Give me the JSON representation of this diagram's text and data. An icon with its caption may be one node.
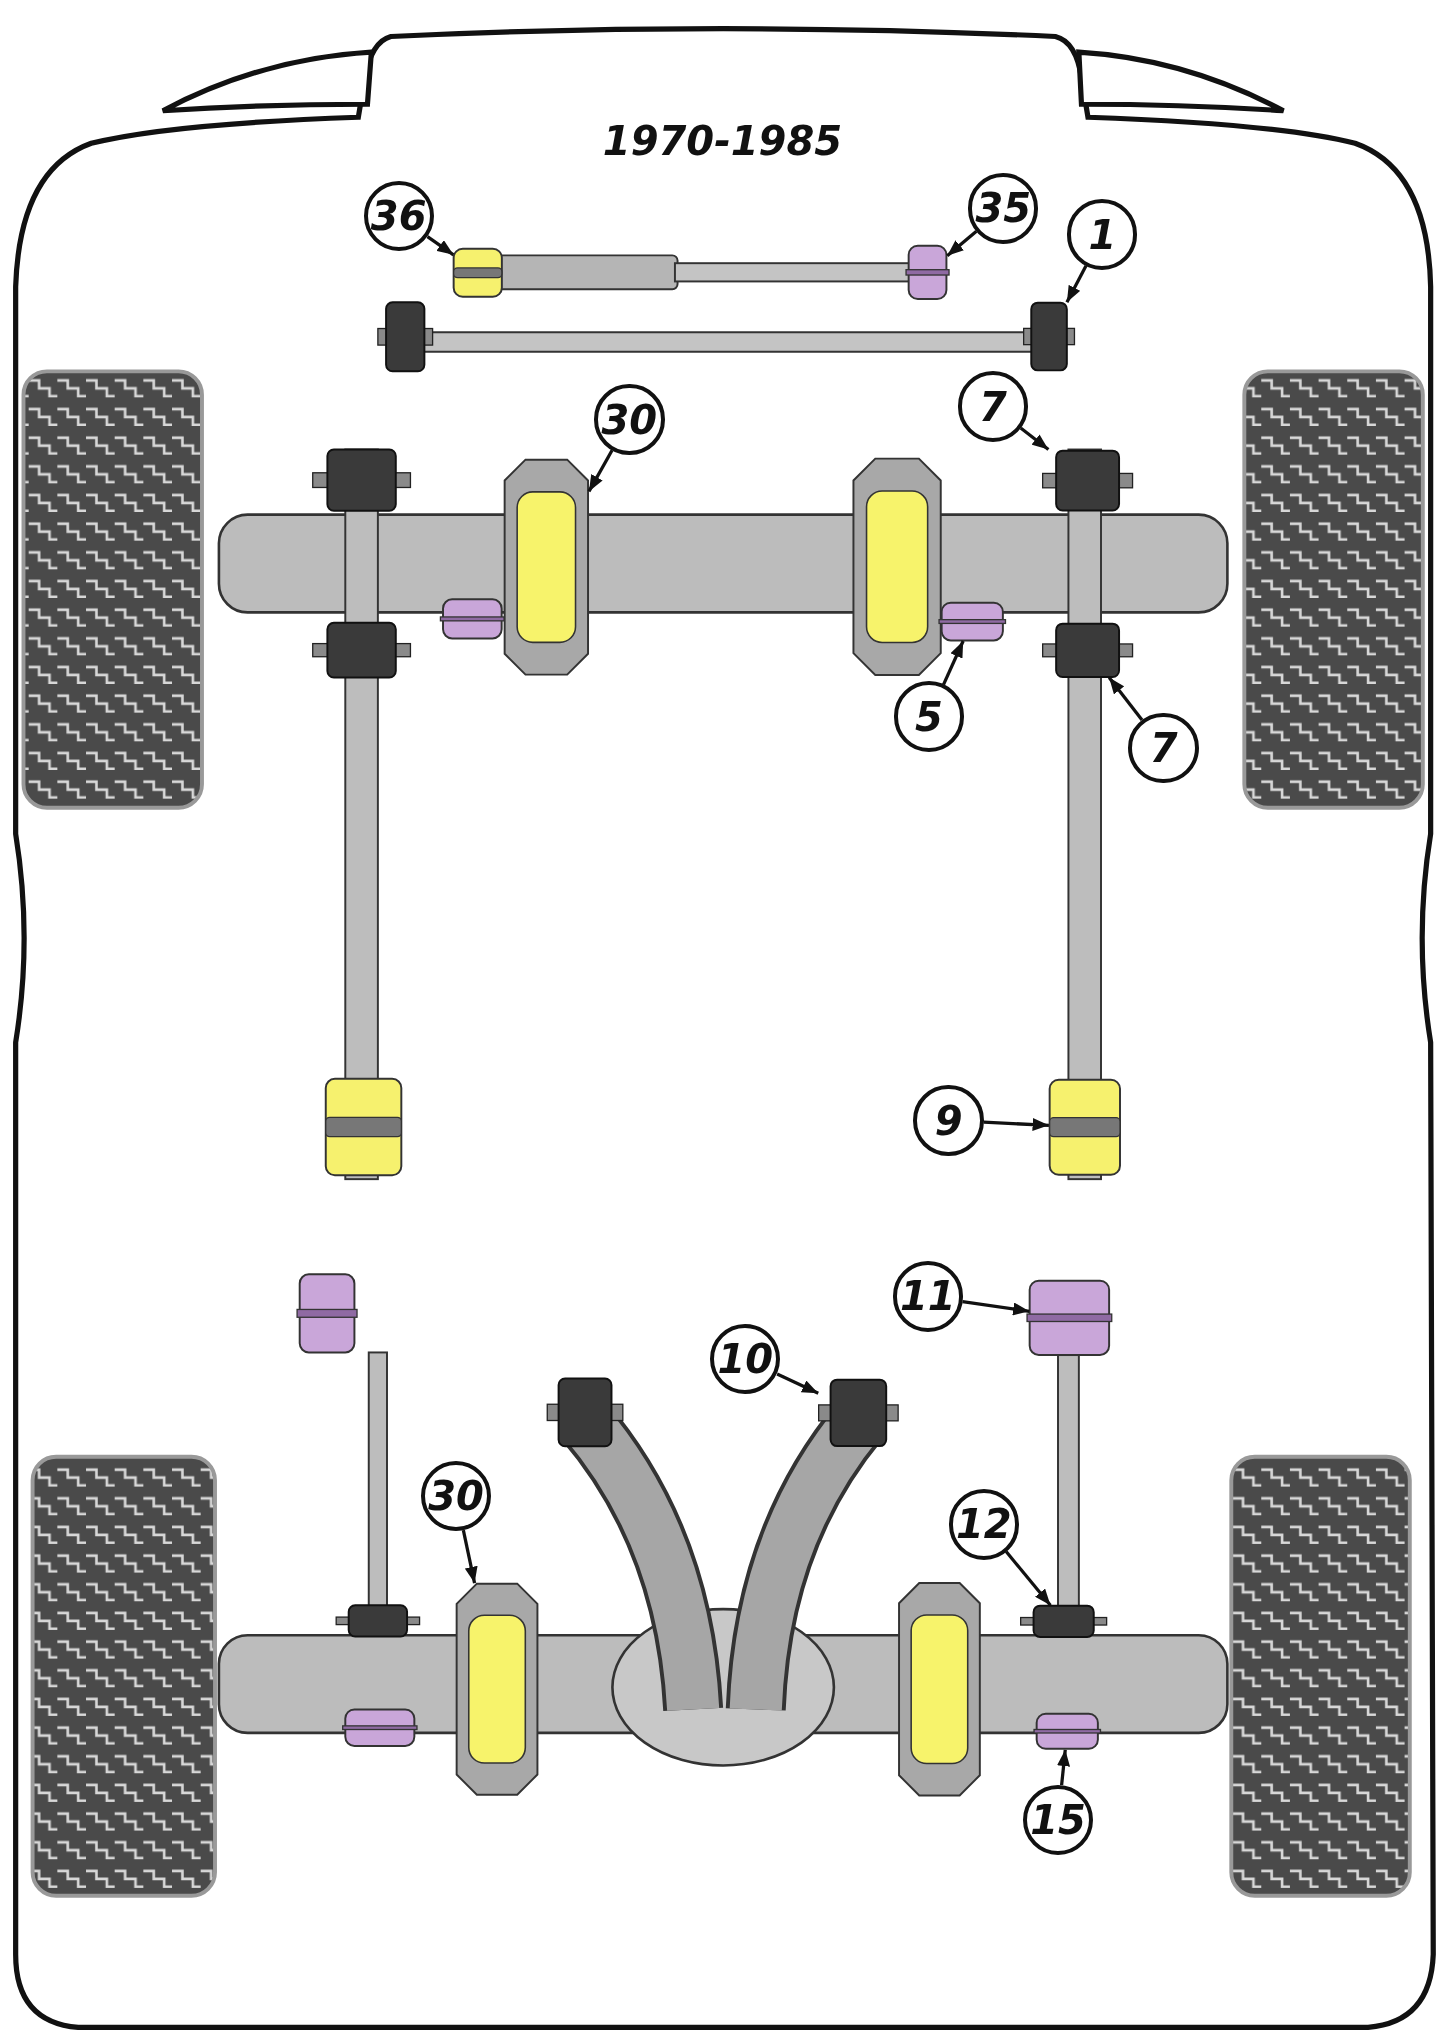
{
  "diagram": {
    "title": "1970-1985",
    "nodes": [
      {
        "text": [
          "36"
        ]
      },
      {
        "text": [
          "35"
        ]
      },
      {
        "text": [
          "1"
        ]
      },
      {
        "text": [
          "30"
        ]
      },
      {
        "text": [
          "7"
        ]
      },
      {
        "text": [
          "5"
        ]
      },
      {
        "text": [
          "7"
        ]
      },
      {
        "text": [
          "9"
        ]
      },
      {
        "text": [
          "11"
        ]
      },
      {
        "text": [
          "10"
        ]
      },
      {
        "text": [
          "30"
        ]
      },
      {
        "text": [
          "12"
        ]
      },
      {
        "text": [
          "15"
        ]
      },
      {
        "text": [],
        "shape": "picture"
      },
      {
        "text": [],
        "shape": "picture"
      },
      {
        "text": [],
        "shape": "box"
      },
      {
        "text": [],
        "shape": "picture"
      },
      {
        "text": [],
        "shape": "box"
      },
      {
        "text": [],
        "shape": "picture"
      },
      {
        "text": [],
        "shape": "box"
      },
      {
        "text": [],
        "shape": "picture"
      },
      {
        "text": [],
        "shape": "picture"
      },
      {
        "text": [],
        "shape": "box"
      },
      {
        "text": [],
        "shape": "picture"
      },
      {
        "text": [],
        "shape": "box"
      },
      {
        "text": [],
        "shape": "picture"
      }
    ],
    "edges": [
      {
        "from": 0,
        "to": 13,
        "arrow": "to"
      },
      {
        "from": 1,
        "to": 14,
        "arrow": "to"
      },
      {
        "from": 2,
        "to": 15,
        "arrow": "to"
      },
      {
        "from": 3,
        "to": 16,
        "arrow": "to"
      },
      {
        "from": 4,
        "to": 17,
        "arrow": "to"
      },
      {
        "from": 5,
        "to": 18,
        "arrow": "to"
      },
      {
        "from": 6,
        "to": 19,
        "arrow": "to"
      },
      {
        "from": 7,
        "to": 20,
        "arrow": "to"
      },
      {
        "from": 8,
        "to": 21,
        "arrow": "to"
      },
      {
        "from": 9,
        "to": 22,
        "arrow": "to"
      },
      {
        "from": 10,
        "to": 23,
        "arrow": "to"
      },
      {
        "from": 11,
        "to": 24,
        "arrow": "to"
      },
      {
        "from": 12,
        "to": 25,
        "arrow": "to"
      }
    ]
  }
}
